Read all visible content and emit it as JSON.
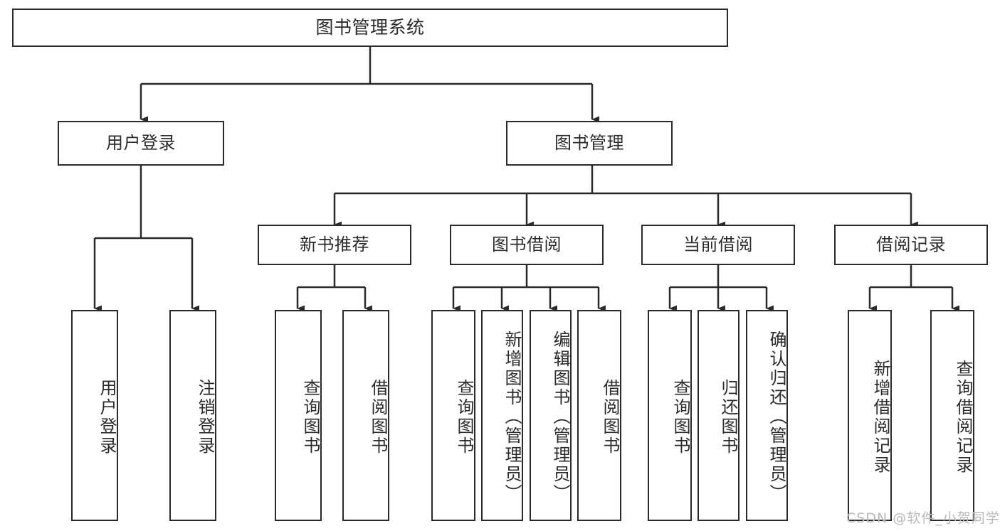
{
  "diagram": {
    "title": "图书管理系统",
    "type": "tree-hierarchy-chart",
    "watermark": "CSDN @软件_小贺同学",
    "colors": {
      "stroke": "#2a2a2a",
      "fill": "#ffffff",
      "text": "#2b2b2b",
      "watermark": "#b9b9b9"
    },
    "levels": {
      "root": {
        "label": "图书管理系统"
      },
      "level2": [
        {
          "id": "user-login",
          "label": "用户登录"
        },
        {
          "id": "book-management",
          "label": "图书管理"
        }
      ],
      "level3": [
        {
          "id": "new-book-recommend",
          "label": "新书推荐",
          "parent": "book-management"
        },
        {
          "id": "book-borrow",
          "label": "图书借阅",
          "parent": "book-management"
        },
        {
          "id": "current-borrow",
          "label": "当前借阅",
          "parent": "book-management"
        },
        {
          "id": "borrow-record",
          "label": "借阅记录",
          "parent": "book-management"
        }
      ],
      "leaves": [
        {
          "id": "leaf-user-login",
          "label": "用户登录",
          "parent": "user-login"
        },
        {
          "id": "leaf-logout-login",
          "label": "注销登录",
          "parent": "user-login"
        },
        {
          "id": "leaf-query-book-1",
          "label": "查询图书",
          "parent": "new-book-recommend"
        },
        {
          "id": "leaf-borrow-book-1",
          "label": "借阅图书",
          "parent": "new-book-recommend"
        },
        {
          "id": "leaf-query-book-2",
          "label": "查询图书",
          "parent": "book-borrow"
        },
        {
          "id": "leaf-add-book",
          "label": "新增图书（管理员）",
          "parent": "book-borrow"
        },
        {
          "id": "leaf-edit-book",
          "label": "编辑图书（管理员）",
          "parent": "book-borrow"
        },
        {
          "id": "leaf-borrow-book-2",
          "label": "借阅图书",
          "parent": "book-borrow"
        },
        {
          "id": "leaf-query-book-3",
          "label": "查询图书",
          "parent": "current-borrow"
        },
        {
          "id": "leaf-return-book",
          "label": "归还图书",
          "parent": "current-borrow"
        },
        {
          "id": "leaf-confirm-return",
          "label": "确认归还（管理员）",
          "parent": "current-borrow"
        },
        {
          "id": "leaf-add-record",
          "label": "新增借阅记录",
          "parent": "borrow-record"
        },
        {
          "id": "leaf-query-record",
          "label": "查询借阅记录",
          "parent": "borrow-record"
        }
      ]
    }
  }
}
